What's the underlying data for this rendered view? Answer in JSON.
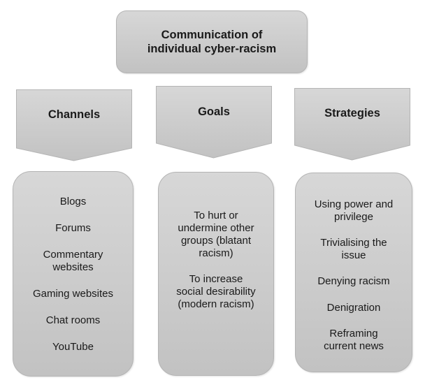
{
  "title": {
    "lines": [
      "Communication of",
      "individual cyber-racism"
    ]
  },
  "columns": [
    {
      "heading": "Channels",
      "items": [
        [
          "Blogs"
        ],
        [
          "Forums"
        ],
        [
          "Commentary",
          "websites"
        ],
        [
          "Gaming websites"
        ],
        [
          "Chat rooms"
        ],
        [
          "YouTube"
        ]
      ]
    },
    {
      "heading": "Goals",
      "items": [
        [
          "To hurt or",
          "undermine other",
          "groups (blatant",
          "racism)"
        ],
        [
          "To increase",
          "social desirability",
          "(modern racism)"
        ]
      ]
    },
    {
      "heading": "Strategies",
      "items": [
        [
          "Using power and",
          "privilege"
        ],
        [
          "Trivialising the",
          "issue"
        ],
        [
          "Denying racism"
        ],
        [
          "Denigration"
        ],
        [
          "Reframing",
          "current news"
        ]
      ]
    }
  ],
  "colors": {
    "fill_top": "#d7d7d7",
    "fill_bottom": "#c2c2c2",
    "border": "#b4b4b4",
    "text": "#1a1a1a"
  }
}
